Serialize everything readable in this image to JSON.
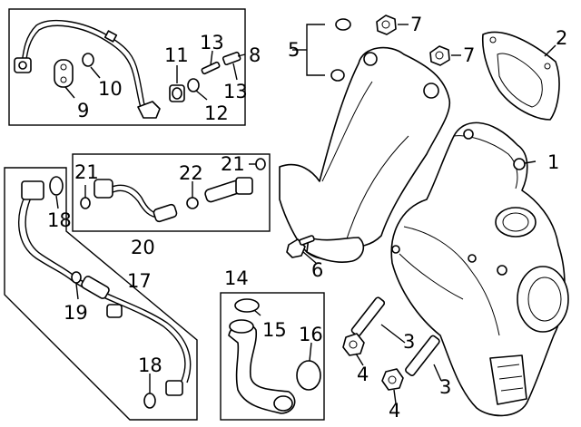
{
  "callouts": {
    "c1": "1",
    "c2": "2",
    "c3a": "3",
    "c3b": "3",
    "c4a": "4",
    "c4b": "4",
    "c5": "5",
    "c6": "6",
    "c7a": "7",
    "c7b": "7",
    "c8": "8",
    "c9": "9",
    "c10": "10",
    "c11": "11",
    "c12": "12",
    "c13a": "13",
    "c13b": "13",
    "c14": "14",
    "c15": "15",
    "c16": "16",
    "c17": "17",
    "c18a": "18",
    "c18b": "18",
    "c19": "19",
    "c20": "20",
    "c21a": "21",
    "c21b": "21",
    "c22": "22"
  },
  "colors": {
    "line": "#000000",
    "background": "#ffffff"
  }
}
